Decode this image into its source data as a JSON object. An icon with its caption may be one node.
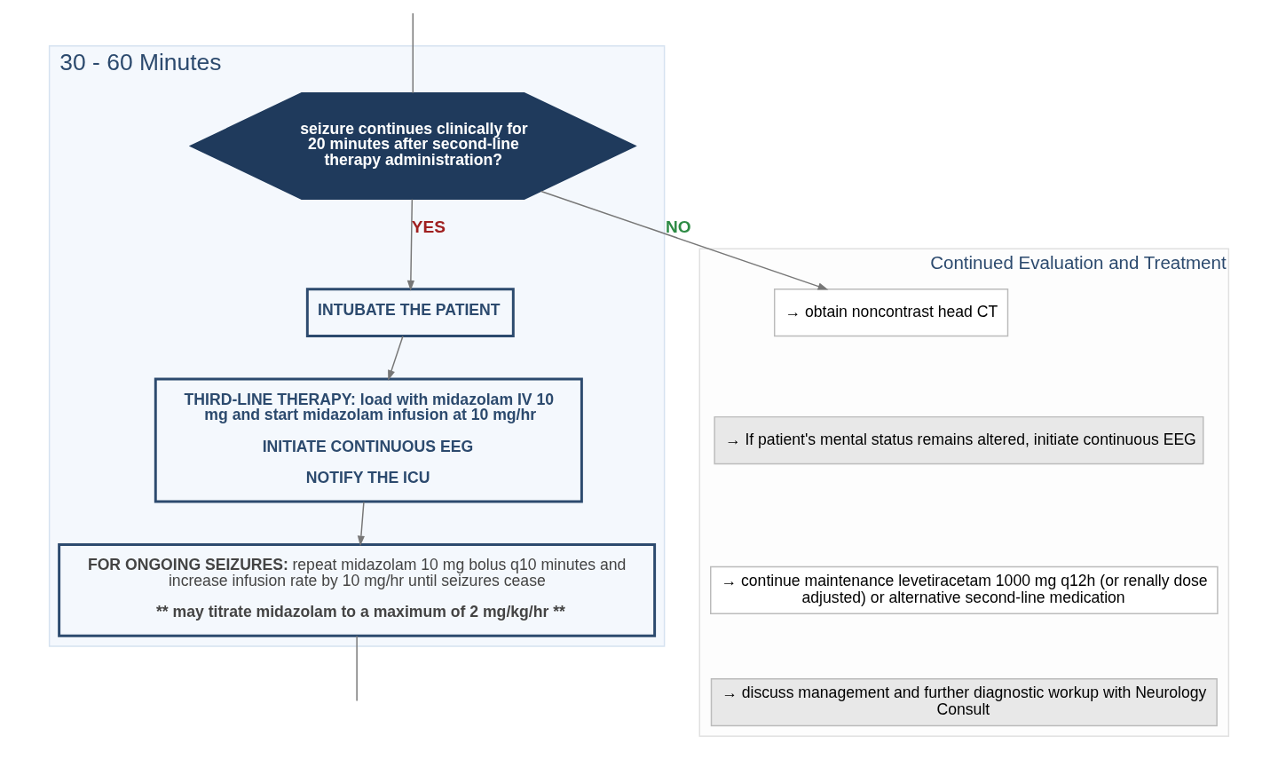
{
  "diagram": {
    "nodes": [
      {
        "text": [
          "30 - 60 Minutes"
        ]
      },
      {
        "text": [
          "seizure continues clinically for 20 minutes after second-line therapy administration?"
        ],
        "in": 0
      },
      {
        "text": [
          "INTUBATE THE PATIENT"
        ],
        "in": 0
      },
      {
        "text": [
          "THIRD-LINE THERAPY: load with midazolam IV 10 mg and start midazolam infusion at 10 mg/hr",
          "INITIATE CONTINUOUS EEG",
          "NOTIFY THE ICU"
        ],
        "in": 0
      },
      {
        "text": [
          "FOR ONGOING SEIZURES: repeat midazolam 10 mg bolus q10 minutes and increase infusion rate by 10 mg/hr until seizures cease",
          "** may titrate midazolam to a maximum of 2 mg/kg/hr **"
        ],
        "in": 0
      },
      {
        "text": [
          "Continued Evaluation and Treatment"
        ]
      },
      {
        "text": [
          "→ obtain noncontrast head CT"
        ],
        "in": 5
      },
      {
        "text": [
          "→ If patient's mental status remains altered, initiate continuous EEG"
        ],
        "in": 5
      },
      {
        "text": [
          "→ continue maintenance levetiracetam 1000 mg q12h (or renally dose adjusted) or alternative second-line medication"
        ],
        "in": 5
      },
      {
        "text": [
          "→ discuss management and further diagnostic workup with Neurology Consult"
        ],
        "in": 5
      }
    ],
    "edges": [
      {
        "from": null,
        "to": 1,
        "arrow": "none"
      },
      {
        "from": 1,
        "to": 2,
        "arrow": "to",
        "label": "YES"
      },
      {
        "from": 1,
        "to": 6,
        "arrow": "to",
        "label": "NO"
      },
      {
        "from": 2,
        "to": 3,
        "arrow": "to"
      },
      {
        "from": 3,
        "to": 4,
        "arrow": "to"
      },
      {
        "from": 4,
        "to": null,
        "arrow": "none"
      }
    ]
  }
}
